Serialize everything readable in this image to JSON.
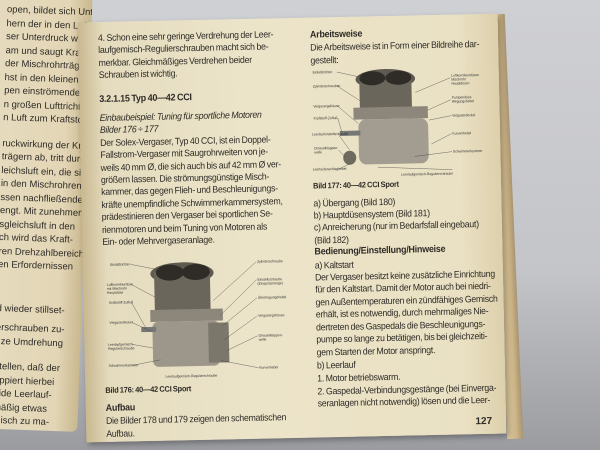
{
  "left_page": {
    "lines_top": [
      "open, bildet sich Unter-",
      "hern der in den Lufttrich-",
      "ser Unterdruck wird im",
      "am und saugt Kraftstoff",
      "der Mischrohrträger an.",
      "hst in den kleinen Vor-",
      "pen einströmenden Luft",
      "n großen Lufttrichtern",
      "n Luft zum Kraftstoff."
    ],
    "lines_mid": [
      "ruckwirkung der Kraft-",
      "trägern ab, tritt durch",
      "leichsluft ein, die sich",
      "in den Mischrohren",
      "ssen nachfließenden",
      "engt. Mit zunehmen-",
      "sgleichsluft in den",
      "ch wird das Kraft-",
      "ren Drehzahlbereich",
      "en Erfordernissen"
    ],
    "lines_low1": [
      "d wieder stillset-"
    ],
    "lines_low2": [
      "erschrauben zu-",
      "nze Umdrehung"
    ],
    "lines_low3": [
      "stellen, daß der",
      "oppiert hierbei",
      "eide Leerlauf-",
      "mäßig etwas",
      "misch zu ma-"
    ]
  },
  "right_page": {
    "col_a": {
      "intro": [
        "4. Schon eine sehr geringe Verdrehung der Leer-",
        "laufgemisch-Regulierschrauben macht sich be-",
        "merkbar. Gleichmäßiges Verdrehen beider",
        "Schrauben ist wichtig."
      ],
      "heading": "3.2.1.15 Typ 40—42 CCI",
      "example": [
        "Einbaubeispiel: Tuning für sportliche Motoren",
        "Bilder 176 ÷ 177"
      ],
      "para": [
        "Der Solex-Vergaser, Typ 40 CCI, ist ein Doppel-",
        "Fallstrom-Vergaser mit Saugrohrweiten von je-",
        "weils 40 mm Ø, die sich auch bis auf 42 mm Ø ver-",
        "größern lassen. Die strömungsgünstige Misch-",
        "kammer, das gegen Flieh- und Beschleunigungs-",
        "kräfte unempfindliche Schwimmerkammersystem,",
        "prädestinieren den Vergaser bei sportlichen Se-",
        "rienmotoren und beim Tuning von Motoren als",
        "Ein- oder Mehrvergaseranlage."
      ],
      "figure_176": {
        "labels_left": [
          "Einlaßtrichter",
          "Luftkorrekturdüse mit Mischrohr Hauptdüse",
          "Kraftstoff-Zufluß",
          "Vergaserdeckel",
          "Leerlaufgemisch-Regulierschraube",
          "Schwimmerkammer"
        ],
        "labels_right": [
          "Zylinderschraube",
          "Einstellschraube (Einspritzmenge)",
          "Übertragungshebel",
          "Vergasergehäuse",
          "Drosselklappen-welle",
          "Kurvenhebel"
        ],
        "label_bottom": "Leerlaufgemisch-Regulierschraube",
        "caption": "Bild 176: 40—42 CCI Sport"
      },
      "section_heading": "Aufbau",
      "section_text": [
        "Die Bilder 178 und 179 zeigen den schematischen",
        "Aufbau."
      ]
    },
    "col_b": {
      "heading": "Arbeitsweise",
      "intro": [
        "Die Arbeitsweise ist in Form einer Bildreihe dar-",
        "gestellt:"
      ],
      "figure_177": {
        "labels_left": [
          "Einlaßtrichter",
          "Zylinderschrauben",
          "Vergasergehäuse",
          "Kraftstoff-Zufluß",
          "Leerlaufeinstellschraube",
          "Drosselklappen-welle",
          "Leerlaufanschlaghebel"
        ],
        "labels_right": [
          "Luftkorrekturdüsen Mischrohr Hauptdüsen",
          "Pumpendüse Wegungshebel",
          "Vergaserdeckel",
          "Kurvenhebel",
          "Schwimmerkammer"
        ],
        "label_bottom": "Leerlaufgemisch-Regulierschraube",
        "caption": "Bild 177: 40—42 CCI Sport"
      },
      "list": [
        "a) Übergang (Bild 180)",
        "b) Hauptdüsensystem (Bild 181)",
        "c) Anreicherung (nur im Bedarfsfall eingebaut)",
        "(Bild 182)"
      ],
      "heading2": "Bedienung/Einstellung/Hinweise",
      "sub_a": "a) Kaltstart",
      "para_a": [
        "Der Vergaser besitzt keine zusätzliche Einrichtung",
        "für den Kaltstart. Damit der Motor auch bei niedri-",
        "gen Außentemperaturen ein zündfähiges Gemisch",
        "erhält, ist es notwendig, durch mehrmaliges Nie-",
        "dertreten des Gaspedals die Beschleunigungs-",
        "pumpe so lange zu betätigen, bis bei gleichzeiti-",
        "gem Starten der Motor anspringt."
      ],
      "sub_b": "b) Leerlauf",
      "para_b": [
        "1. Motor betriebswarm.",
        "2. Gaspedal-Verbindungsgestänge (bei Einverga-",
        "seranlagen nicht notwendig) lösen und die Leer-"
      ]
    },
    "page_number": "127"
  }
}
